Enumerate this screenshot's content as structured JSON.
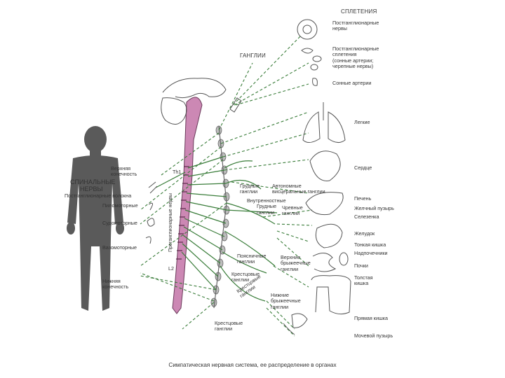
{
  "colors": {
    "nerve": "#3a7d3a",
    "cord": "#cc88b4",
    "ink": "#333333",
    "body": "#555555"
  },
  "headers": {
    "plexuses": "СПЛЕТЕНИЯ",
    "ganglia": "ГАНГЛИИ"
  },
  "left": {
    "upper_limb": [
      "Верхняя",
      "конечность"
    ],
    "spinal_nerves": [
      "СПИНАЛЬНЫЕ",
      "НЕРВЫ"
    ],
    "postganglionic_fibers": "Постганглионарные волокна",
    "pilomotor": "Пиломоторные",
    "sudomotor": "Судомоторные",
    "vasomotor": "Вазомоторные",
    "lower_limb": [
      "Нижняя",
      "конечность"
    ],
    "preganglionic_vertical": "Преганглионарные нервы",
    "th1": "Th1",
    "l2": "L2"
  },
  "right": {
    "postgang_nerves": [
      "Постганглионарные",
      "нервы"
    ],
    "postgang_plexus": [
      "Постганглионарные",
      "сплетения",
      "(сонные артерии;",
      "черепные нервы)"
    ],
    "carotid": "Сонные артерии",
    "lungs": "Легкие",
    "heart": "Сердце",
    "liver": "Печень",
    "gallbladder": "Желчный пузырь",
    "spleen": "Селезенка",
    "stomach": "Желудок",
    "small_intestine": "Тонкая кишка",
    "adrenals": "Надпочечники",
    "kidneys": "Почки",
    "colon": [
      "Толстая",
      "кишка"
    ],
    "rectum": "Прямая кишка",
    "bladder": "Мочевой пузырь"
  },
  "middle": {
    "thoracic_ganglia": [
      "Грудные",
      "ганглии"
    ],
    "autonomic": [
      "Автономные",
      "висцеральные ганглии"
    ],
    "internal_thoracic": [
      "Внутренностные",
      "Грудные",
      "ганглии"
    ],
    "celiac": [
      "Чревные",
      "ганглии"
    ],
    "lumbar": [
      "Поясничные",
      "ганглии"
    ],
    "superior_mesenteric": [
      "Верхние",
      "брыжеечные",
      "ганглии"
    ],
    "sacral_mid": [
      "Крестцовые",
      "ганглии"
    ],
    "inferior_mesenteric": [
      "Нижние",
      "брыжеечные",
      "ганглии"
    ],
    "sacral_low": [
      "Крестцовые",
      "ганглии"
    ],
    "extra_sacral": [
      "Крестцовые",
      "ганглии"
    ]
  },
  "caption": "Симпатическая нервная система, ее распределение в органах"
}
